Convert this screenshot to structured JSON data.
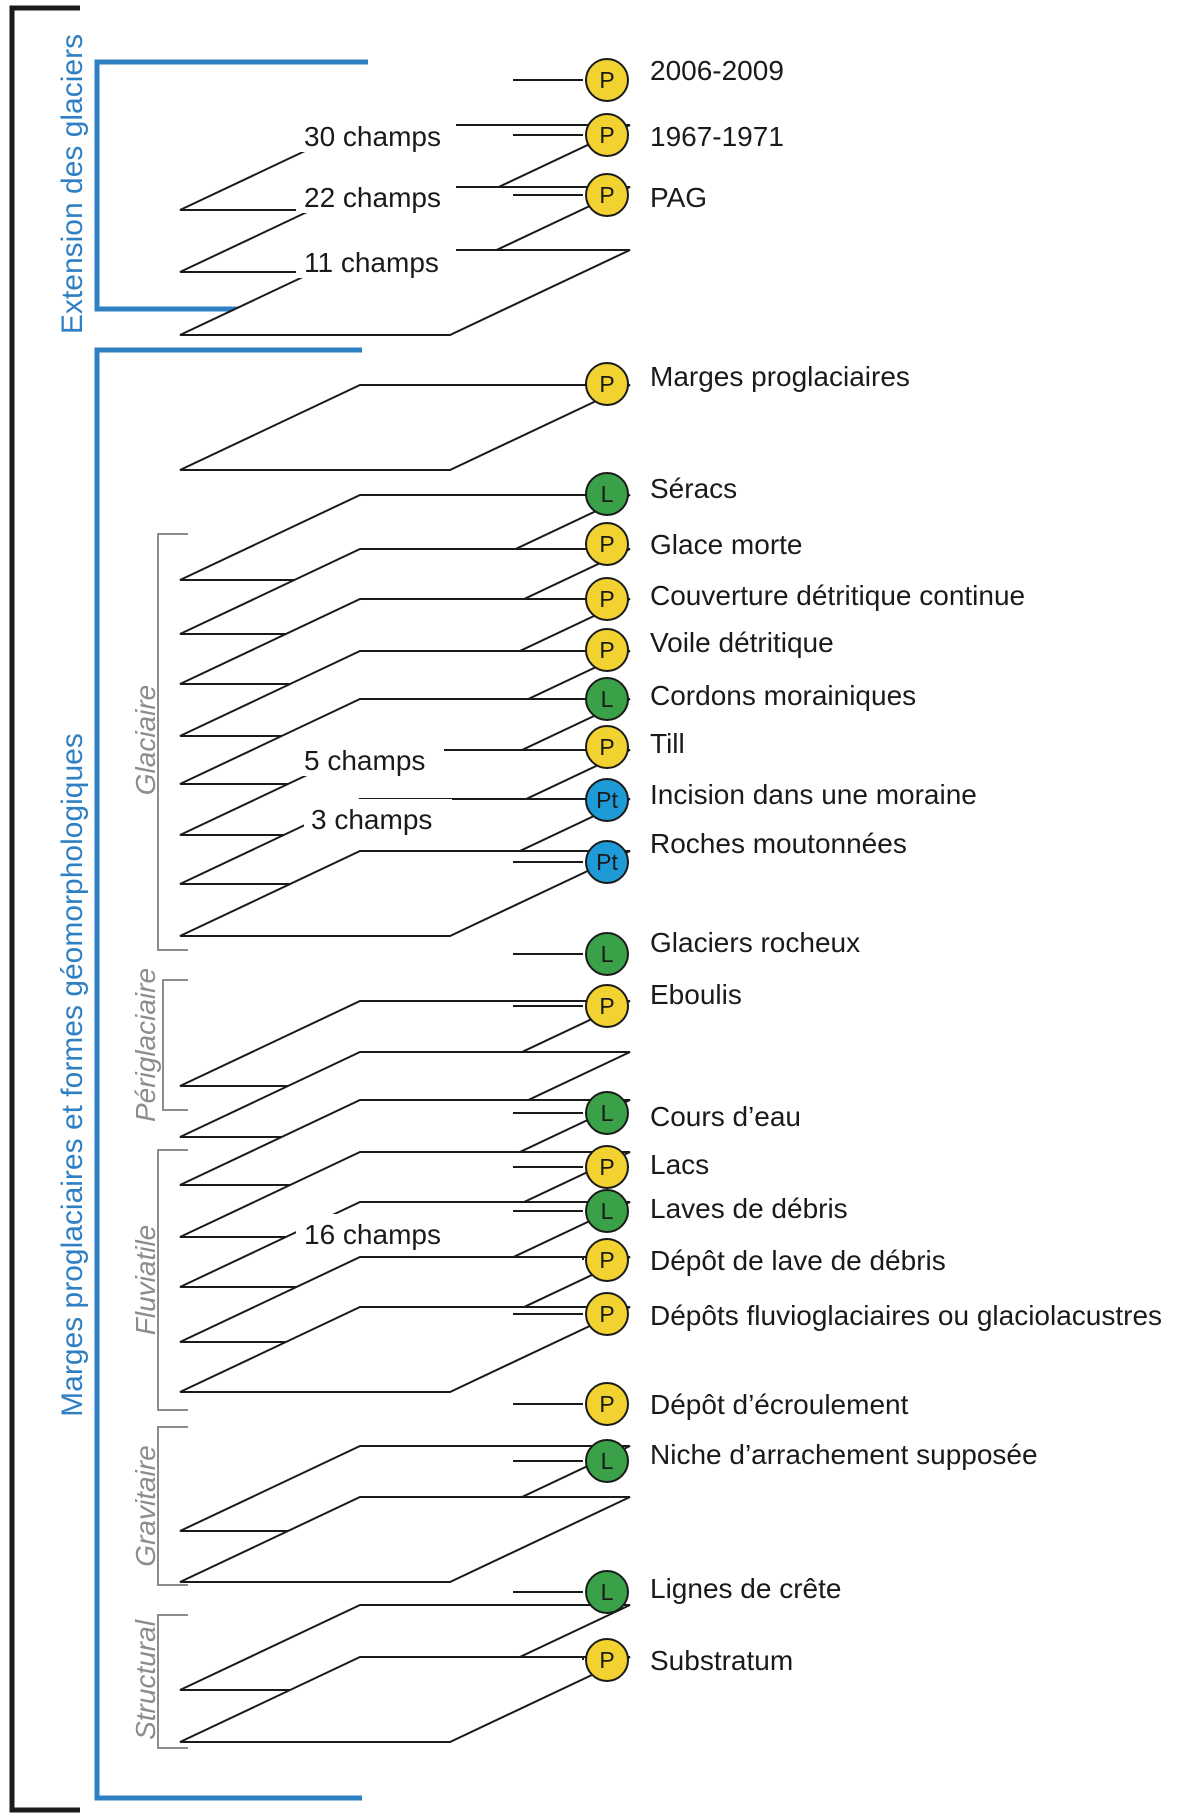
{
  "colors": {
    "blue": "#2f7fc3",
    "grey": "#8c8c8c",
    "line": "#1a1a1a",
    "P": "#f2d230",
    "L": "#3aa149",
    "Pt": "#1e9ad6"
  },
  "groups": {
    "extension": "Extension des glaciers",
    "marges": "Marges proglaciaires et formes géomorphologiques"
  },
  "subgroups": {
    "glaciaire": "Glaciaire",
    "periglaciaire": "Périglaciaire",
    "fluviatile": "Fluviatile",
    "gravitaire": "Gravitaire",
    "structural": "Structural"
  },
  "champs": {
    "c30": "30 champs",
    "c22": "22 champs",
    "c11": "11 champs",
    "c5": "5 champs",
    "c3": "3 champs",
    "c16": "16 champs"
  },
  "layers": [
    {
      "label": "2006-2009",
      "badge": "P"
    },
    {
      "label": "1967-1971",
      "badge": "P"
    },
    {
      "label": "PAG",
      "badge": "P"
    },
    {
      "label": "Marges proglaciaires",
      "badge": "P"
    },
    {
      "label": "Séracs",
      "badge": "L"
    },
    {
      "label": "Glace morte",
      "badge": "P"
    },
    {
      "label": "Couverture détritique continue",
      "badge": "P"
    },
    {
      "label": "Voile détritique",
      "badge": "P"
    },
    {
      "label": "Cordons morainiques",
      "badge": "L"
    },
    {
      "label": "Till",
      "badge": "P"
    },
    {
      "label": "Incision dans une moraine",
      "badge": "Pt"
    },
    {
      "label": "Roches moutonnées",
      "badge": "Pt"
    },
    {
      "label": "Glaciers rocheux",
      "badge": "L"
    },
    {
      "label": "Eboulis",
      "badge": "P"
    },
    {
      "label": "Cours d’eau",
      "badge": "L"
    },
    {
      "label": "Lacs",
      "badge": "P"
    },
    {
      "label": "Laves de débris",
      "badge": "L"
    },
    {
      "label": "Dépôt de lave de débris",
      "badge": "P"
    },
    {
      "label": "Dépôts fluvioglaciaires ou glaciolacustres",
      "badge": "P"
    },
    {
      "label": "Dépôt d’écroulement",
      "badge": "P"
    },
    {
      "label": "Niche d’arrachement supposée",
      "badge": "L"
    },
    {
      "label": "Lignes de crête",
      "badge": "L"
    },
    {
      "label": "Substratum",
      "badge": "P"
    }
  ]
}
